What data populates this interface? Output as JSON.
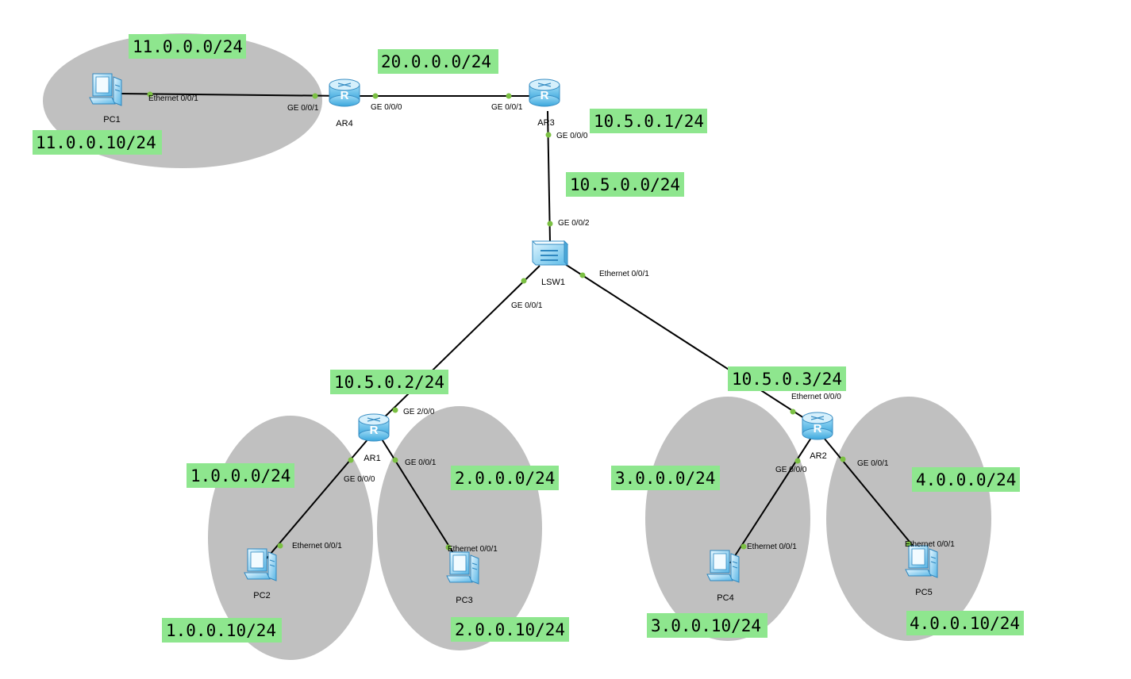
{
  "subnets": {
    "net_11": "11.0.0.0/24",
    "net_20": "20.0.0.0/24",
    "net_10_5": "10.5.0.0/24",
    "net_1": "1.0.0.0/24",
    "net_2": "2.0.0.0/24",
    "net_3": "3.0.0.0/24",
    "net_4": "4.0.0.0/24"
  },
  "addresses": {
    "pc1": "11.0.0.10/24",
    "ar3_g000": "10.5.0.1/24",
    "ar1_g200": "10.5.0.2/24",
    "ar2_g000": "10.5.0.3/24",
    "pc2": "1.0.0.10/24",
    "pc3": "2.0.0.10/24",
    "pc4": "3.0.0.10/24",
    "pc5": "4.0.0.10/24"
  },
  "devices": {
    "pc1": "PC1",
    "ar4": "AR4",
    "ar3": "AR3",
    "lsw1": "LSW1",
    "ar1": "AR1",
    "ar2": "AR2",
    "pc2": "PC2",
    "pc3": "PC3",
    "pc4": "PC4",
    "pc5": "PC5"
  },
  "ports": {
    "pc1_eth": "Ethernet 0/0/1",
    "ar4_g001": "GE 0/0/1",
    "ar4_g000": "GE 0/0/0",
    "ar3_g001": "GE 0/0/1",
    "ar3_g000": "GE 0/0/0",
    "lsw1_g002": "GE 0/0/2",
    "lsw1_g001": "GE 0/0/1",
    "lsw1_eth": "Ethernet 0/0/1",
    "ar1_g200": "GE 2/0/0",
    "ar1_g000": "GE 0/0/0",
    "ar1_g001": "GE 0/0/1",
    "pc2_eth": "Ethernet 0/0/1",
    "pc3_eth": "Ethernet 0/0/1",
    "ar2_eth": "Ethernet 0/0/0",
    "ar2_g000": "GE 0/0/0",
    "ar2_g001": "GE 0/0/1",
    "pc4_eth": "Ethernet 0/0/1",
    "pc5_eth": "Ethernet 0/0/1"
  },
  "colors": {
    "tag_background": "#8ee68e",
    "zone_fill": "#c0c0c0",
    "port_dot": "#7bc043",
    "link": "#000000"
  },
  "icons": {
    "router": "router-icon",
    "switch": "switch-icon",
    "pc": "pc-icon"
  }
}
